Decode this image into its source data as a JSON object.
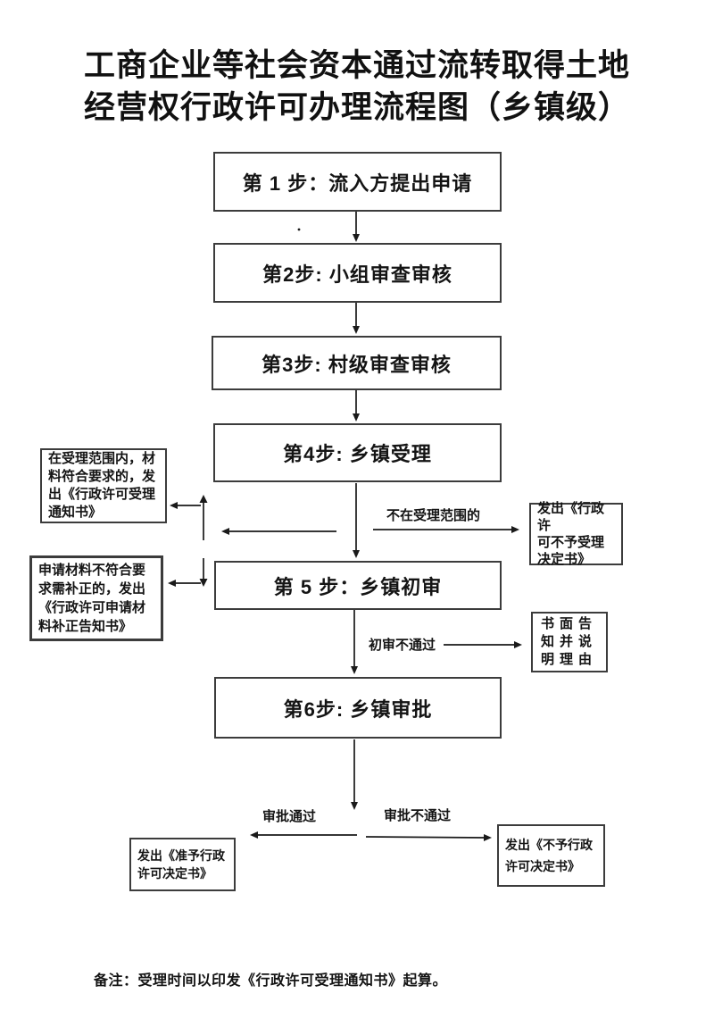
{
  "title": {
    "line1": "工商企业等社会资本通过流转取得土地",
    "line2": "经营权行政许可办理流程图（乡镇级）"
  },
  "steps": [
    {
      "label": "第 1 步：流入方提出申请"
    },
    {
      "label": "第2步: 小组审查审核"
    },
    {
      "label": "第3步: 村级审查审核"
    },
    {
      "label": "第4步: 乡镇受理"
    },
    {
      "label": "第 5 步：乡镇初审"
    },
    {
      "label": "第6步: 乡镇审批"
    }
  ],
  "side_boxes": {
    "accept_notice": "在受理范围内，材\n料符合要求的，发\n出《行政许可受理\n通知书》",
    "supplement_notice": "申请材料不符合要\n求需补正的，发出\n《行政许可申请材\n料补正告知书》",
    "reject_accept": "发出《行政许\n可不予受理\n决定书》",
    "written_reason": "书面告\n知并说\n明理由",
    "grant_decision": "发出《准予行政\n许可决定书》",
    "deny_decision": "发出《不予行政\n许可决定书》"
  },
  "edge_labels": {
    "not_in_scope": "不在受理范围的",
    "initial_review_fail": "初审不通过",
    "approval_pass": "审批通过",
    "approval_fail": "审批不通过"
  },
  "note": "备注：受理时间以印发《行政许可受理通知书》起算。",
  "colors": {
    "background": "#ffffff",
    "ink": "#1a1a1a",
    "border": "#3c3c3c",
    "text": "#141414"
  }
}
